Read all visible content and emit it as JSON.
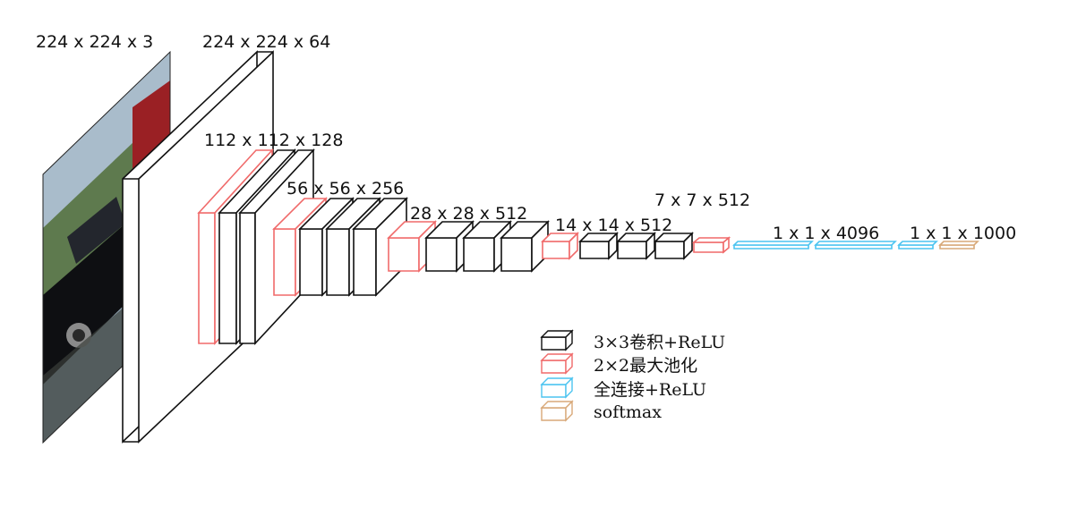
{
  "labels": {
    "input": "224 x 224 x 3",
    "conv1": "224 x 224 x 64",
    "conv2": "112 x 112 x 128",
    "conv3": "56 x 56 x 256",
    "conv4": "28 x 28 x 512",
    "conv5": "14 x 14 x 512",
    "pool5": "7 x 7 x 512",
    "fc": "1 x 1 x 4096",
    "output": "1 x 1 x 1000"
  },
  "legend": [
    {
      "label": "3×3卷积+ReLU",
      "kind": "conv",
      "color": "#111111"
    },
    {
      "label": "2×2最大池化",
      "kind": "pool",
      "color": "#f06a6a"
    },
    {
      "label": "全连接+ReLU",
      "kind": "fc",
      "color": "#4cc4f0"
    },
    {
      "label": "softmax",
      "kind": "softmax",
      "color": "#d8a878"
    }
  ],
  "colors": {
    "conv": "#111111",
    "pool": "#f06a6a",
    "fc": "#4cc4f0",
    "softmax": "#d8a878"
  }
}
